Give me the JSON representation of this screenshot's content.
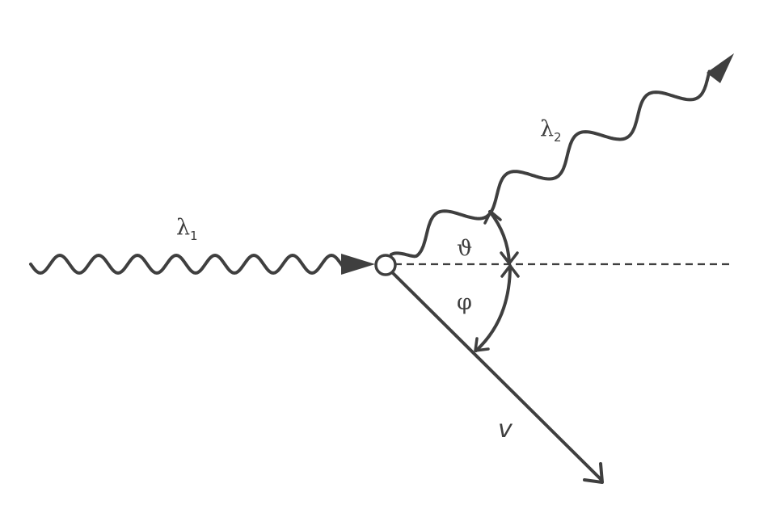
{
  "diagram": {
    "labels": {
      "incident_wavelength": "λ",
      "incident_subscript": "1",
      "scattered_wavelength": "λ",
      "scattered_subscript": "2",
      "photon_angle": "ϑ",
      "electron_angle": "φ",
      "electron_velocity": "v"
    },
    "colors": {
      "stroke": "#3f3f3f",
      "background": "#ffffff"
    }
  }
}
